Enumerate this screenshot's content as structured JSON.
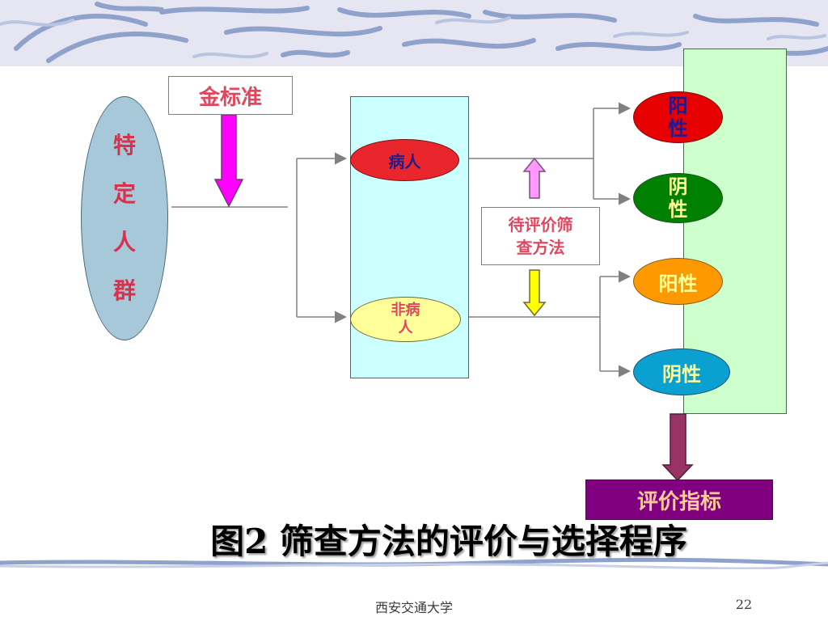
{
  "gold_standard": "金标准",
  "population": [
    "特",
    "定",
    "人",
    "群"
  ],
  "sick": "病人",
  "nonsick": [
    "非病",
    "人"
  ],
  "method": [
    "待评价筛",
    "查方法"
  ],
  "results": {
    "positive_1": [
      "阳",
      "性"
    ],
    "negative_1": [
      "阴",
      "性"
    ],
    "positive_2": "阳性",
    "negative_2": "阴性"
  },
  "index": "评价指标",
  "title": "图2 筛查方法的评价与选择程序",
  "footer": {
    "school": "西安交通大学",
    "page": "22"
  },
  "colors": {
    "gold_arrow": "#ff00ff",
    "method_up_arrow": "#ff99ff",
    "method_down_arrow": "#ffff00",
    "index_arrow": "#993366",
    "connector": "#808080",
    "deco": "#8fa2cc"
  }
}
